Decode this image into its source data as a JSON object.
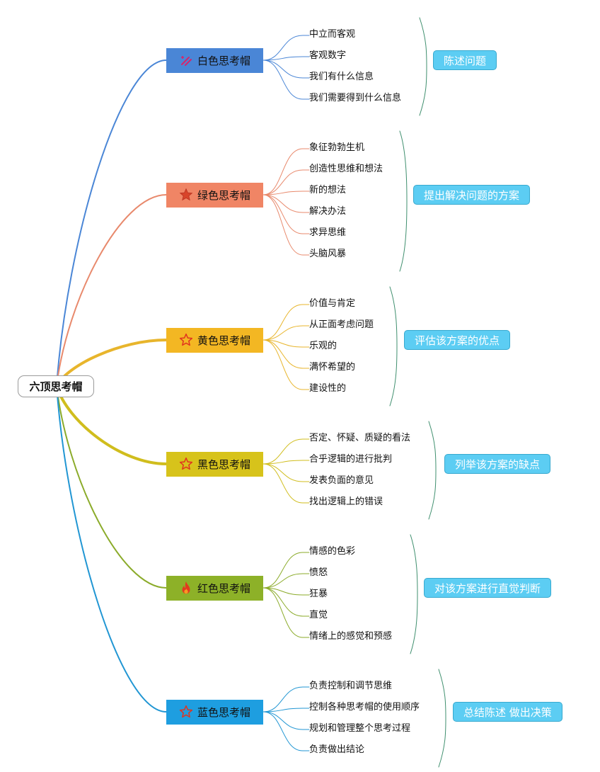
{
  "root": {
    "title": "六顶思考帽"
  },
  "hats": [
    {
      "id": "white",
      "label": "白色思考帽",
      "color": "#4a86d6",
      "line_color": "#4a86d6",
      "icon": "sparkle-icon",
      "items": [
        "中立而客观",
        "客观数字",
        "我们有什么信息",
        "我们需要得到什么信息"
      ],
      "summary": "陈述问题"
    },
    {
      "id": "green",
      "label": "绿色思考帽",
      "color": "#f08565",
      "line_color": "#e8896c",
      "icon": "star-filled-icon",
      "items": [
        "象征勃勃生机",
        "创造性思维和想法",
        "新的想法",
        "解决办法",
        "求异思维",
        "头脑风暴"
      ],
      "summary": "提出解决问题的方案"
    },
    {
      "id": "yellow",
      "label": "黄色思考帽",
      "color": "#f3b723",
      "line_color": "#e8b52c",
      "icon": "star-outline-icon",
      "items": [
        "价值与肯定",
        "从正面考虑问题",
        "乐观的",
        "满怀希望的",
        "建设性的"
      ],
      "summary": "评估该方案的优点"
    },
    {
      "id": "black",
      "label": "黑色思考帽",
      "color": "#d7c31b",
      "line_color": "#d0bd1d",
      "icon": "star-outline-icon",
      "items": [
        "否定、怀疑、质疑的看法",
        "合乎逻辑的进行批判",
        "发表负面的意见",
        "找出逻辑上的错误"
      ],
      "summary": "列举该方案的缺点"
    },
    {
      "id": "red",
      "label": "红色思考帽",
      "color": "#8db128",
      "line_color": "#8bab2a",
      "icon": "flame-icon",
      "items": [
        "情感的色彩",
        "愤怒",
        "狂暴",
        "直觉",
        "情绪上的感觉和预感"
      ],
      "summary": "对该方案进行直觉判断"
    },
    {
      "id": "blue",
      "label": "蓝色思考帽",
      "color": "#1e9ee0",
      "line_color": "#2196d3",
      "icon": "star-outline-icon",
      "items": [
        "负责控制和调节思维",
        "控制各种思考帽的使用顺序",
        "规划和管理整个思考过程",
        "负责做出结论"
      ],
      "summary": "总结陈述 做出决策"
    }
  ],
  "summary_bracket_color": "#3f8f6e"
}
